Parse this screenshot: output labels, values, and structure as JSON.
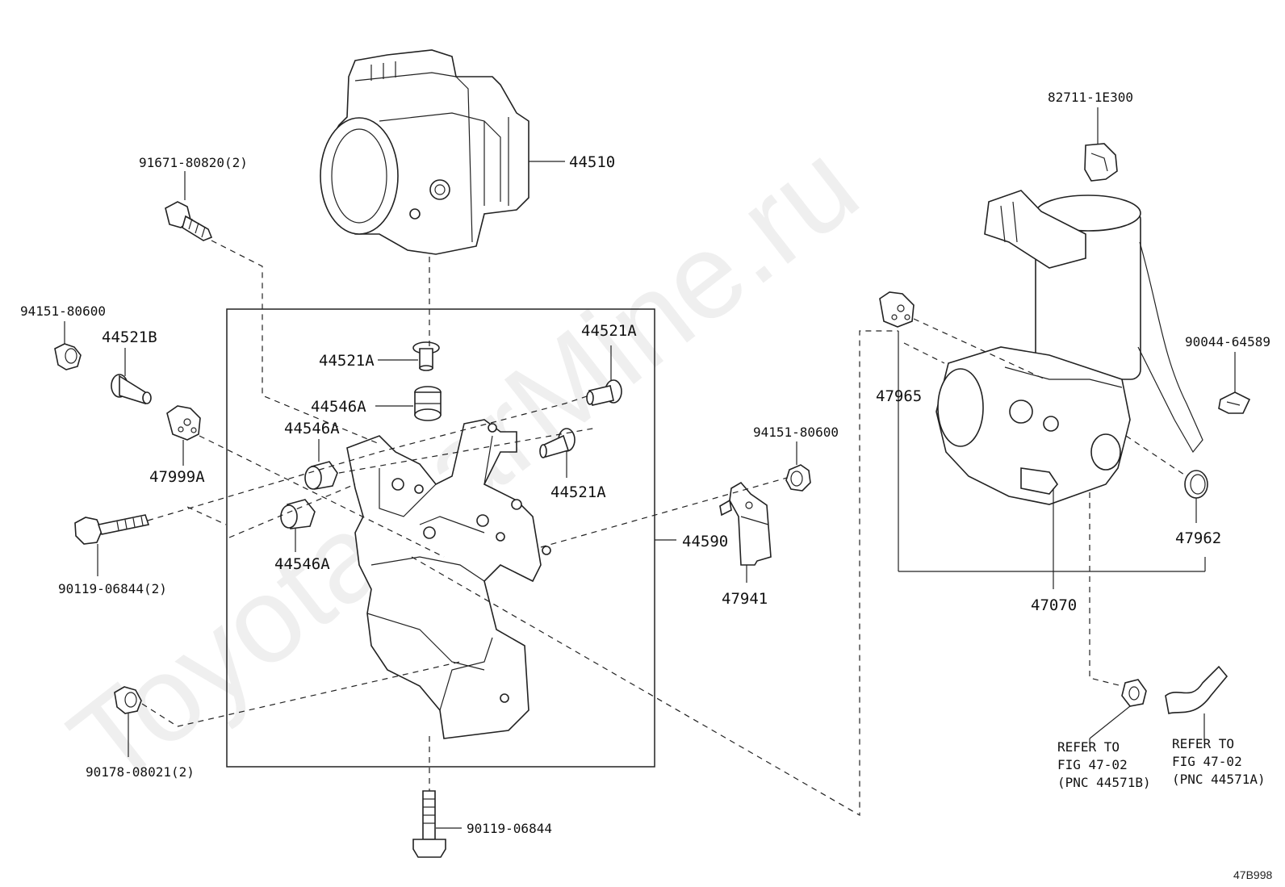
{
  "watermark": "ToyotaCarMine.ru",
  "diagram_code": "47B998",
  "labels": {
    "p44510": "44510",
    "p91671": "91671-80820(2)",
    "p94151_left": "94151-80600",
    "p44521b": "44521B",
    "p47999a": "47999A",
    "p90119_2": "90119-06844(2)",
    "p90178": "90178-08021(2)",
    "p90119": "90119-06844",
    "p44521a_top": "44521A",
    "p44546a_top": "44546A",
    "p44546a_mid": "44546A",
    "p44546a_bot": "44546A",
    "p44521a_right": "44521A",
    "p44521a_low": "44521A",
    "p44590": "44590",
    "p94151_right": "94151-80600",
    "p47941": "47941",
    "p82711": "82711-1E300",
    "p90044": "90044-64589",
    "p47965": "47965",
    "p47962": "47962",
    "p47070": "47070",
    "refer_b_1": "REFER TO",
    "refer_b_2": "FIG 47-02",
    "refer_b_3": "(PNC 44571B)",
    "refer_a_1": "REFER TO",
    "refer_a_2": "FIG 47-02",
    "refer_a_3": "(PNC 44571A)"
  }
}
